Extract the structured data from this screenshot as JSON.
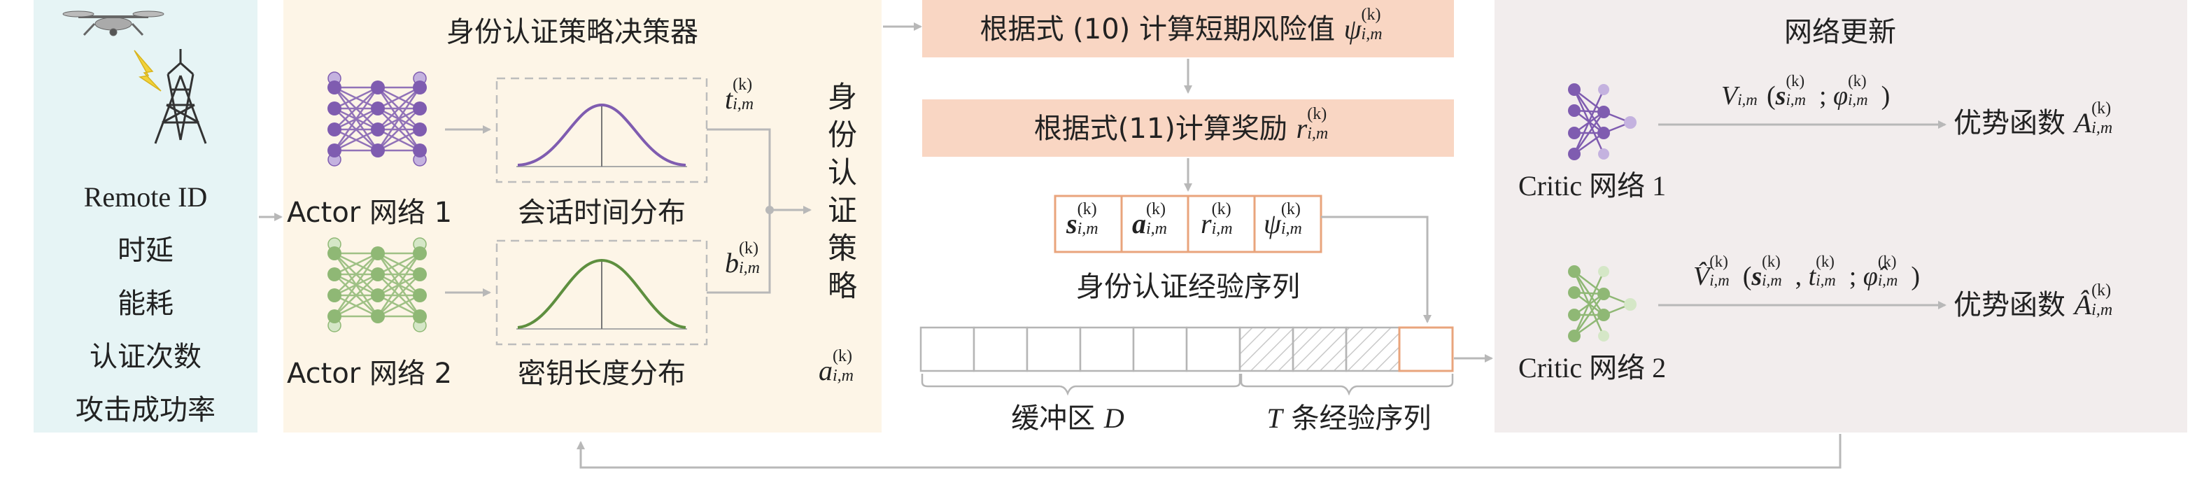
{
  "left_inputs": [
    "Remote ID",
    "时延",
    "能耗",
    "认证次数",
    "攻击成功率"
  ],
  "decider": {
    "title": "身份认证策略决策器",
    "actor1_label": "Actor 网络 1",
    "actor2_label": "Actor 网络 2",
    "dist1_label": "会话时间分布",
    "dist2_label": "密钥长度分布",
    "t_var": "t",
    "b_var": "b",
    "a_var": "a",
    "policy_chars": [
      "身",
      "份",
      "认",
      "证",
      "策",
      "略"
    ]
  },
  "center": {
    "box1_prefix": "根据式 (10) 计算短期风险值 ",
    "box1_sym": "ψ",
    "box2_prefix": "根据式(11)计算奖励 ",
    "box2_sym": "r",
    "tuple_syms": [
      "s",
      "a",
      "r",
      "ψ"
    ],
    "sequence_label": "身份认证经验序列",
    "buffer_label": "缓冲区 ",
    "buffer_sym": "D",
    "t_seq_sym": "T",
    "t_seq_label": " 条经验序列"
  },
  "right": {
    "title": "网络更新",
    "critic1_label": "Critic 网络 1",
    "critic2_label": "Critic 网络 2",
    "adv1_label": "优势函数 ",
    "adv2_label": "优势函数 ",
    "sup_k": "(k)",
    "sub_im": "i,m"
  },
  "colors": {
    "left_panel": "#e6f4f5",
    "decider_panel": "#fdf5e7",
    "right_panel": "#f2eded",
    "orange_box": "#f9d6c3",
    "orange_border": "#e9a47c",
    "actor1": "#7f5cb0",
    "actor2": "#8fb875",
    "curve1": "#7f5cb0",
    "curve2": "#5e8f3f",
    "arrow": "#b8b8b8"
  }
}
